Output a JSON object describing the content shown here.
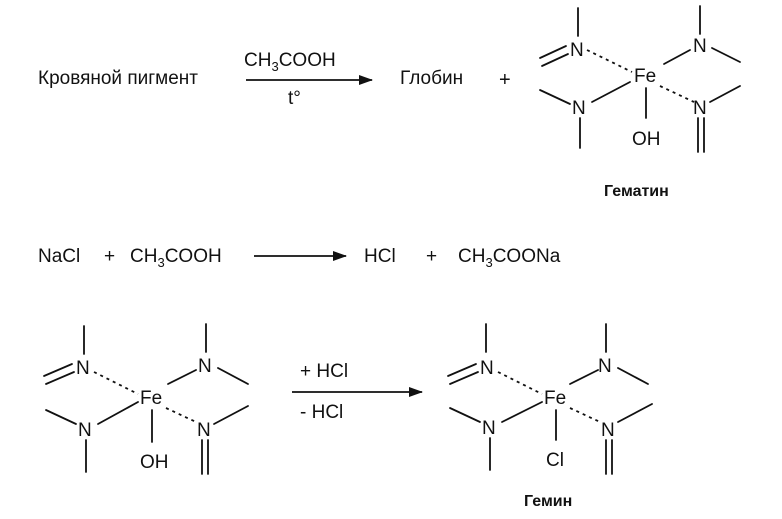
{
  "reaction1": {
    "reactant": "Кровяной пигмент",
    "reagent_above": "CH",
    "reagent_above_sub": "3",
    "reagent_above_tail": "COOH",
    "condition_below": "t°",
    "product1": "Глобин",
    "plus": "+",
    "complex": {
      "metal": "Fe",
      "ligand_o": "OH",
      "n": "N"
    },
    "caption": "Гематин"
  },
  "reaction2": {
    "r1": "NaCl",
    "plus1": "+",
    "r2_head": "CH",
    "r2_sub": "3",
    "r2_tail": "COOH",
    "p1": "HCl",
    "plus2": "+",
    "p2_head": "CH",
    "p2_sub": "3",
    "p2_tail": "COONa"
  },
  "reaction3": {
    "left_complex": {
      "metal": "Fe",
      "ligand_o": "OH",
      "n": "N"
    },
    "arrow_top": "+ HCl",
    "arrow_bottom": "- HCl",
    "right_complex": {
      "metal": "Fe",
      "ligand_cl": "Cl",
      "n": "N"
    },
    "caption": "Гемин"
  }
}
